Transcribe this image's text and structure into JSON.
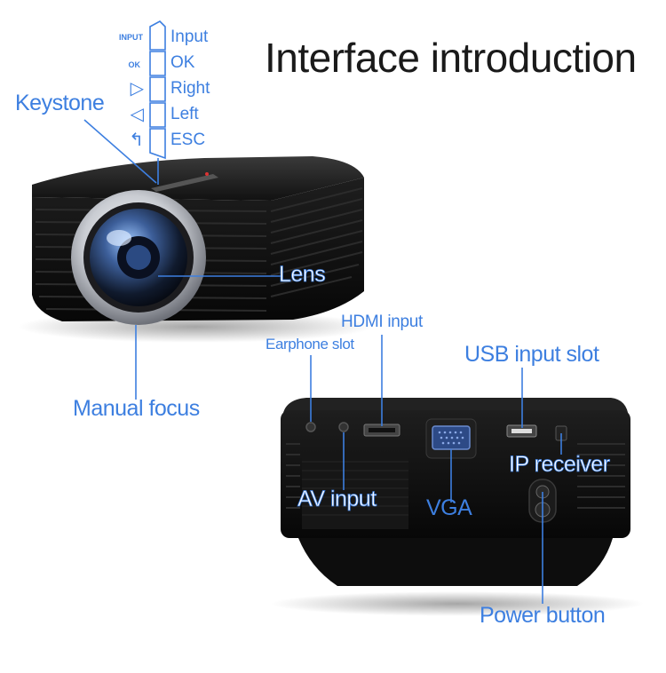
{
  "title": "Interface introduction",
  "accent_color": "#3d7fe0",
  "buttons": [
    {
      "symbol": "INPUT",
      "label": "Input",
      "icon": "input-text"
    },
    {
      "symbol": "OK",
      "label": "OK",
      "icon": "ok-text"
    },
    {
      "symbol": "▷",
      "label": "Right",
      "icon": "right-triangle-icon"
    },
    {
      "symbol": "◁",
      "label": "Left",
      "icon": "left-triangle-icon"
    },
    {
      "symbol": "↰",
      "label": "ESC",
      "icon": "return-arrow-icon"
    }
  ],
  "labels": {
    "keystone": "Keystone",
    "lens": "Lens",
    "manual_focus": "Manual focus",
    "earphone_slot": "Earphone slot",
    "hdmi_input": "HDMI input",
    "usb_input_slot": "USB input slot",
    "ip_receiver": "IP receiver",
    "av_input": "AV input",
    "vga": "VGA",
    "power_button": "Power button"
  }
}
